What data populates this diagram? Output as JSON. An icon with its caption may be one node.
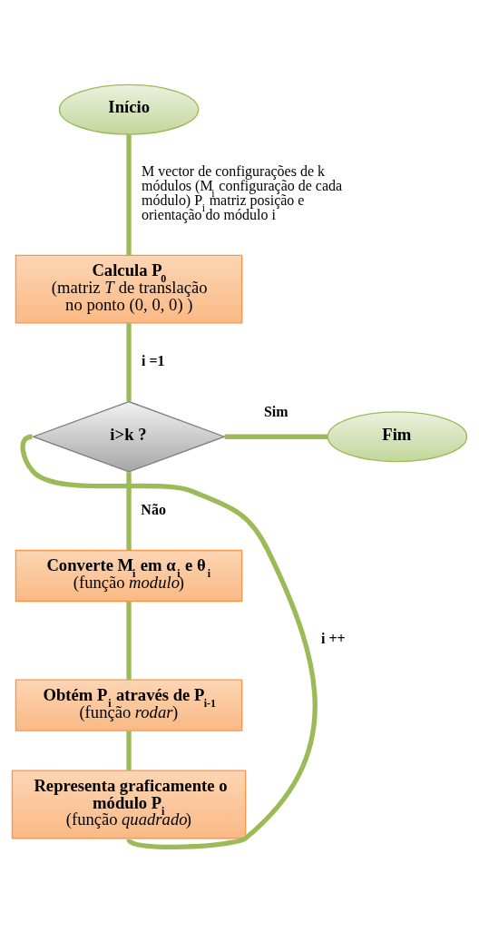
{
  "diagram": {
    "nodes": [
      {
        "text": [
          "Início"
        ]
      },
      {
        "text": [
          "Calcula P$_{0}$",
          "(matriz *T* de translação no ponto (0, 0, 0) )"
        ]
      },
      {
        "text": [
          "i>k ?"
        ]
      },
      {
        "text": [
          "Fim"
        ]
      },
      {
        "text": [
          "Converte M$_{i}$ em α$_{i}$ e θ$_{i}$",
          "(função *modulo*)"
        ]
      },
      {
        "text": [
          "Obtém P$_{i}$ através de P$_{i-1}$",
          "(função *rodar*)"
        ]
      },
      {
        "text": [
          "Representa graficamente o módulo P$_{i}$",
          "(função *quadrado*)"
        ]
      }
    ],
    "edges": [
      {
        "from": 0,
        "to": 1,
        "arrow": "none",
        "label": "M vector de configurações de k módulos (M$_{i}$ configuração de cada módulo) P$_{i}$ matriz posição e orientação do módulo i"
      },
      {
        "from": 1,
        "to": 2,
        "arrow": "none",
        "label": "i =1"
      },
      {
        "from": 2,
        "to": 3,
        "arrow": "none",
        "label": "Sim"
      },
      {
        "from": 2,
        "to": 4,
        "arrow": "none",
        "label": "Não"
      },
      {
        "from": 4,
        "to": 5,
        "arrow": "none"
      },
      {
        "from": 5,
        "to": 6,
        "arrow": "none"
      },
      {
        "from": 6,
        "to": 2,
        "arrow": "none",
        "label": "i ++"
      }
    ]
  }
}
